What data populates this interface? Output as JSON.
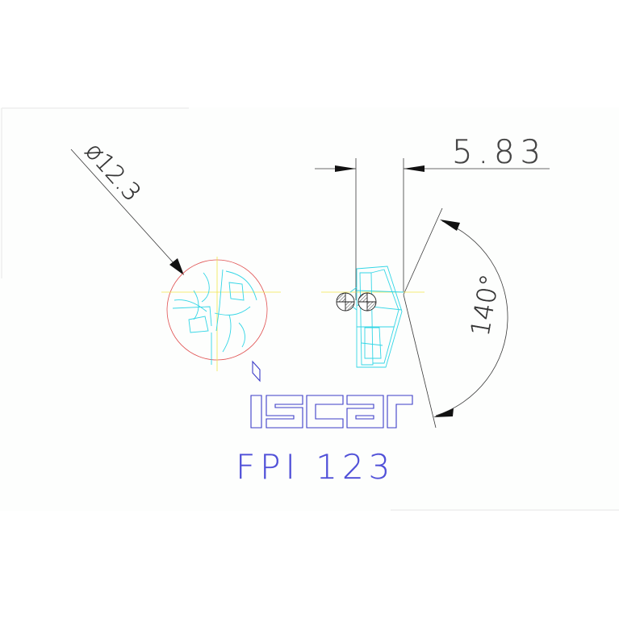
{
  "drawing": {
    "diameter_label": "ø12.3",
    "width_label": "5.83",
    "angle_label": "140°",
    "product_label": "FPI 123",
    "logo_text": "iscar"
  },
  "colors": {
    "background": "#ffffff",
    "sheet": "#fdfefd",
    "dimension": "#3a3a3a",
    "outline": "#33d6e6",
    "centerline": "#f2e64a",
    "circle": "#e05050",
    "logo": "#3c3cc8"
  }
}
